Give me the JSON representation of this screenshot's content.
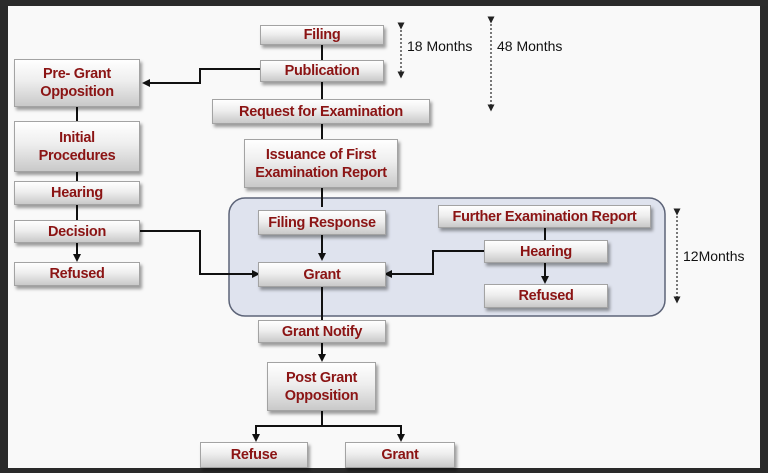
{
  "nodes": {
    "filing": "Filing",
    "publication": "Publication",
    "request_examination": "Request for Examination",
    "issuance_line1": "Issuance of First",
    "issuance_line2": "Examination Report",
    "filing_response": "Filing Response",
    "further_exam": "Further Examination Report",
    "hearing_right": "Hearing",
    "grant_mid": "Grant",
    "refused_right": "Refused",
    "grant_notify": "Grant Notify",
    "post_grant_line1": "Post Grant",
    "post_grant_line2": "Opposition",
    "refuse_bottom": "Refuse",
    "grant_bottom": "Grant",
    "pre_grant_line1": "Pre- Grant",
    "pre_grant_line2": "Opposition",
    "initial_line1": "Initial",
    "initial_line2": "Procedures",
    "hearing_left": "Hearing",
    "decision": "Decision",
    "refused_left": "Refused"
  },
  "durations": {
    "eighteen": "18 Months",
    "fortyeight": "48 Months",
    "twelve": "12Months"
  },
  "colors": {
    "node_text": "#8b1414",
    "region_fill": "#dfe3ee",
    "region_border": "#5d6478"
  }
}
